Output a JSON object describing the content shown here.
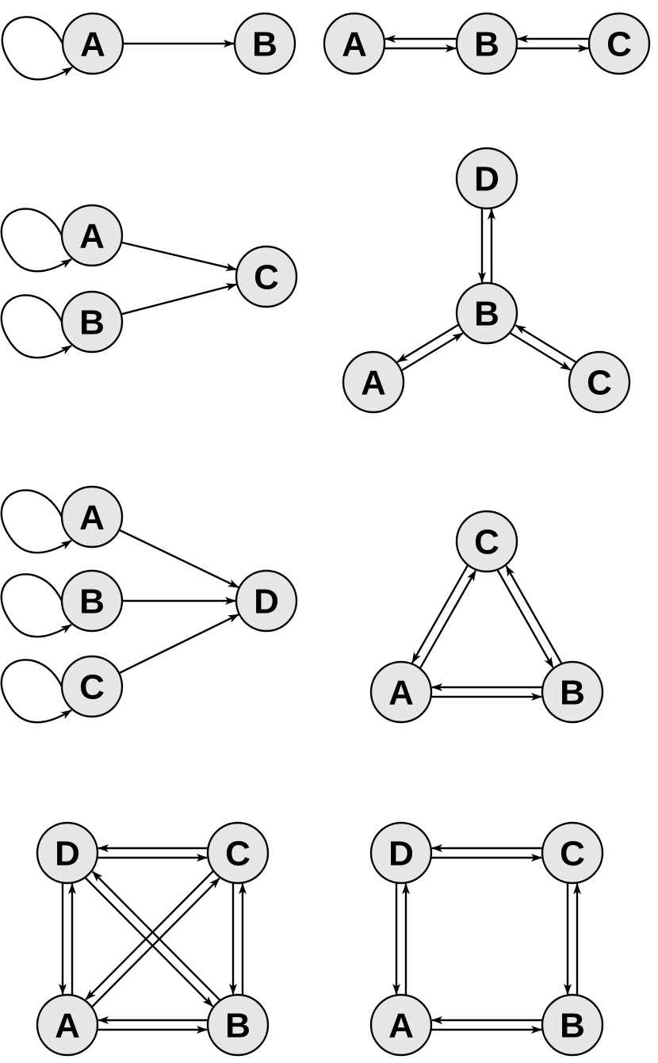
{
  "diagrams": [
    {
      "id": "g1",
      "nodes": [
        {
          "id": "A",
          "label": "A"
        },
        {
          "id": "B",
          "label": "B"
        }
      ],
      "edges": [
        [
          "A",
          "B"
        ]
      ],
      "self_loops": [
        "A"
      ]
    },
    {
      "id": "g2",
      "nodes": [
        {
          "id": "A",
          "label": "A"
        },
        {
          "id": "B",
          "label": "B"
        },
        {
          "id": "C",
          "label": "C"
        }
      ],
      "edges": [
        [
          "A",
          "B"
        ],
        [
          "B",
          "A"
        ],
        [
          "B",
          "C"
        ],
        [
          "C",
          "B"
        ]
      ],
      "self_loops": []
    },
    {
      "id": "g3",
      "nodes": [
        {
          "id": "A",
          "label": "A"
        },
        {
          "id": "B",
          "label": "B"
        },
        {
          "id": "C",
          "label": "C"
        }
      ],
      "edges": [
        [
          "A",
          "C"
        ],
        [
          "B",
          "C"
        ]
      ],
      "self_loops": [
        "A",
        "B"
      ]
    },
    {
      "id": "g4",
      "nodes": [
        {
          "id": "D",
          "label": "D"
        },
        {
          "id": "B",
          "label": "B"
        },
        {
          "id": "A",
          "label": "A"
        },
        {
          "id": "C",
          "label": "C"
        }
      ],
      "edges": [
        [
          "B",
          "D"
        ],
        [
          "D",
          "B"
        ],
        [
          "A",
          "B"
        ],
        [
          "B",
          "A"
        ],
        [
          "B",
          "C"
        ],
        [
          "C",
          "B"
        ]
      ],
      "self_loops": []
    },
    {
      "id": "g5",
      "nodes": [
        {
          "id": "A",
          "label": "A"
        },
        {
          "id": "B",
          "label": "B"
        },
        {
          "id": "C",
          "label": "C"
        },
        {
          "id": "D",
          "label": "D"
        }
      ],
      "edges": [
        [
          "A",
          "D"
        ],
        [
          "B",
          "D"
        ],
        [
          "C",
          "D"
        ]
      ],
      "self_loops": [
        "A",
        "B",
        "C"
      ]
    },
    {
      "id": "g6",
      "nodes": [
        {
          "id": "C",
          "label": "C"
        },
        {
          "id": "A",
          "label": "A"
        },
        {
          "id": "B",
          "label": "B"
        }
      ],
      "edges": [
        [
          "A",
          "C"
        ],
        [
          "C",
          "A"
        ],
        [
          "A",
          "B"
        ],
        [
          "B",
          "A"
        ],
        [
          "B",
          "C"
        ],
        [
          "C",
          "B"
        ]
      ],
      "self_loops": []
    },
    {
      "id": "g7",
      "nodes": [
        {
          "id": "D",
          "label": "D"
        },
        {
          "id": "C",
          "label": "C"
        },
        {
          "id": "A",
          "label": "A"
        },
        {
          "id": "B",
          "label": "B"
        }
      ],
      "edges": [
        [
          "D",
          "C"
        ],
        [
          "C",
          "D"
        ],
        [
          "A",
          "B"
        ],
        [
          "B",
          "A"
        ],
        [
          "A",
          "D"
        ],
        [
          "D",
          "A"
        ],
        [
          "B",
          "C"
        ],
        [
          "C",
          "B"
        ],
        [
          "A",
          "C"
        ],
        [
          "C",
          "A"
        ],
        [
          "D",
          "B"
        ],
        [
          "B",
          "D"
        ]
      ],
      "self_loops": []
    },
    {
      "id": "g8",
      "nodes": [
        {
          "id": "D",
          "label": "D"
        },
        {
          "id": "C",
          "label": "C"
        },
        {
          "id": "A",
          "label": "A"
        },
        {
          "id": "B",
          "label": "B"
        }
      ],
      "edges": [
        [
          "D",
          "C"
        ],
        [
          "C",
          "D"
        ],
        [
          "A",
          "B"
        ],
        [
          "B",
          "A"
        ],
        [
          "A",
          "D"
        ],
        [
          "D",
          "A"
        ],
        [
          "B",
          "C"
        ],
        [
          "C",
          "B"
        ]
      ],
      "self_loops": []
    }
  ]
}
